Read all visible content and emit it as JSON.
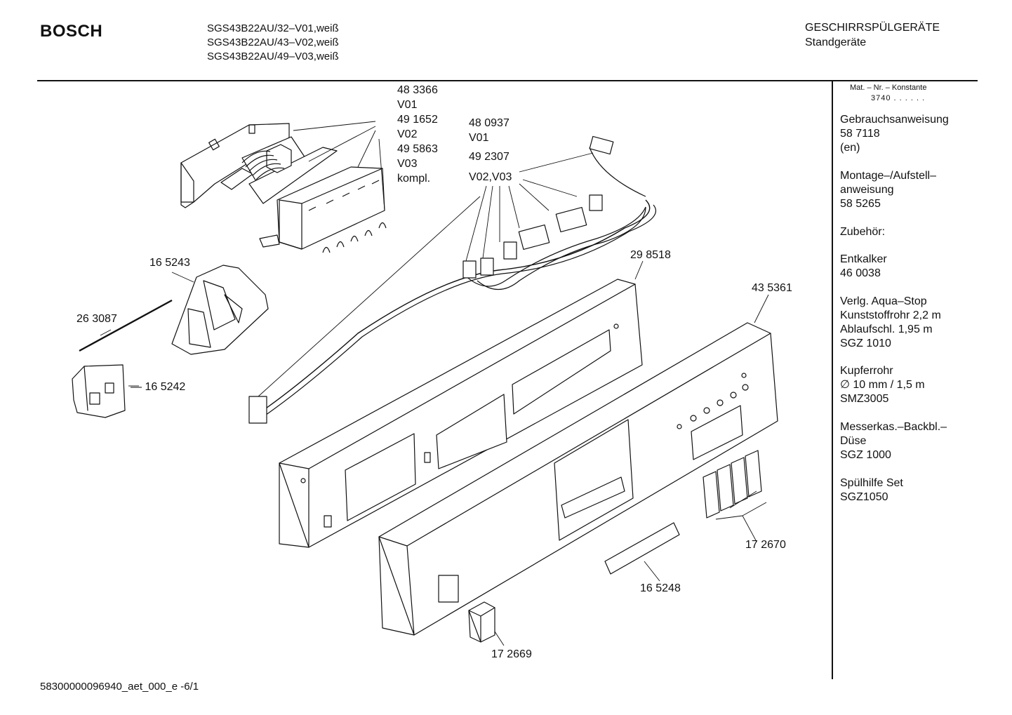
{
  "header": {
    "brand": "BOSCH",
    "models": [
      "SGS43B22AU/32–V01,weiß",
      "SGS43B22AU/43–V02,weiß",
      "SGS43B22AU/49–V03,weiß"
    ],
    "category": "GESCHIRRSPÜLGERÄTE",
    "subcategory": "Standgeräte"
  },
  "sidebar": {
    "mat_header": "Mat. – Nr. – Konstante",
    "mat_value": "3740 . . . . . .",
    "items": [
      "Gebrauchsanweisung",
      "58 7118",
      "(en)",
      "",
      "Montage–/Aufstell–",
      "anweisung",
      "58 5265",
      "",
      "Zubehör:",
      "",
      "Entkalker",
      "46 0038",
      "",
      "Verlg. Aqua–Stop",
      "Kunststoffrohr 2,2 m",
      "Ablaufschl. 1,95 m",
      "SGZ 1010",
      "",
      "Kupferrohr",
      "∅ 10 mm / 1,5 m",
      "SMZ3005",
      "",
      "Messerkas.–Backbl.–",
      "Düse",
      "SGZ 1000",
      "",
      "Spülhilfe Set",
      "SGZ1050"
    ]
  },
  "labels": {
    "module_group": [
      "48 3366",
      "V01",
      "49 1652",
      "V02",
      "49 5863",
      "V03",
      "kompl."
    ],
    "harness_group": [
      "48 0937",
      "V01",
      "49 2307",
      "V02,V03"
    ],
    "p_298518": "29 8518",
    "p_165243": "16 5243",
    "p_263087": "26 3087",
    "p_165242": "— 16 5242",
    "p_435361": "43 5361",
    "p_172670": "17 2670",
    "p_165248": "16 5248",
    "p_172669": "17 2669"
  },
  "footer": {
    "code": "58300000096940_aet_000_e   -6/1"
  }
}
